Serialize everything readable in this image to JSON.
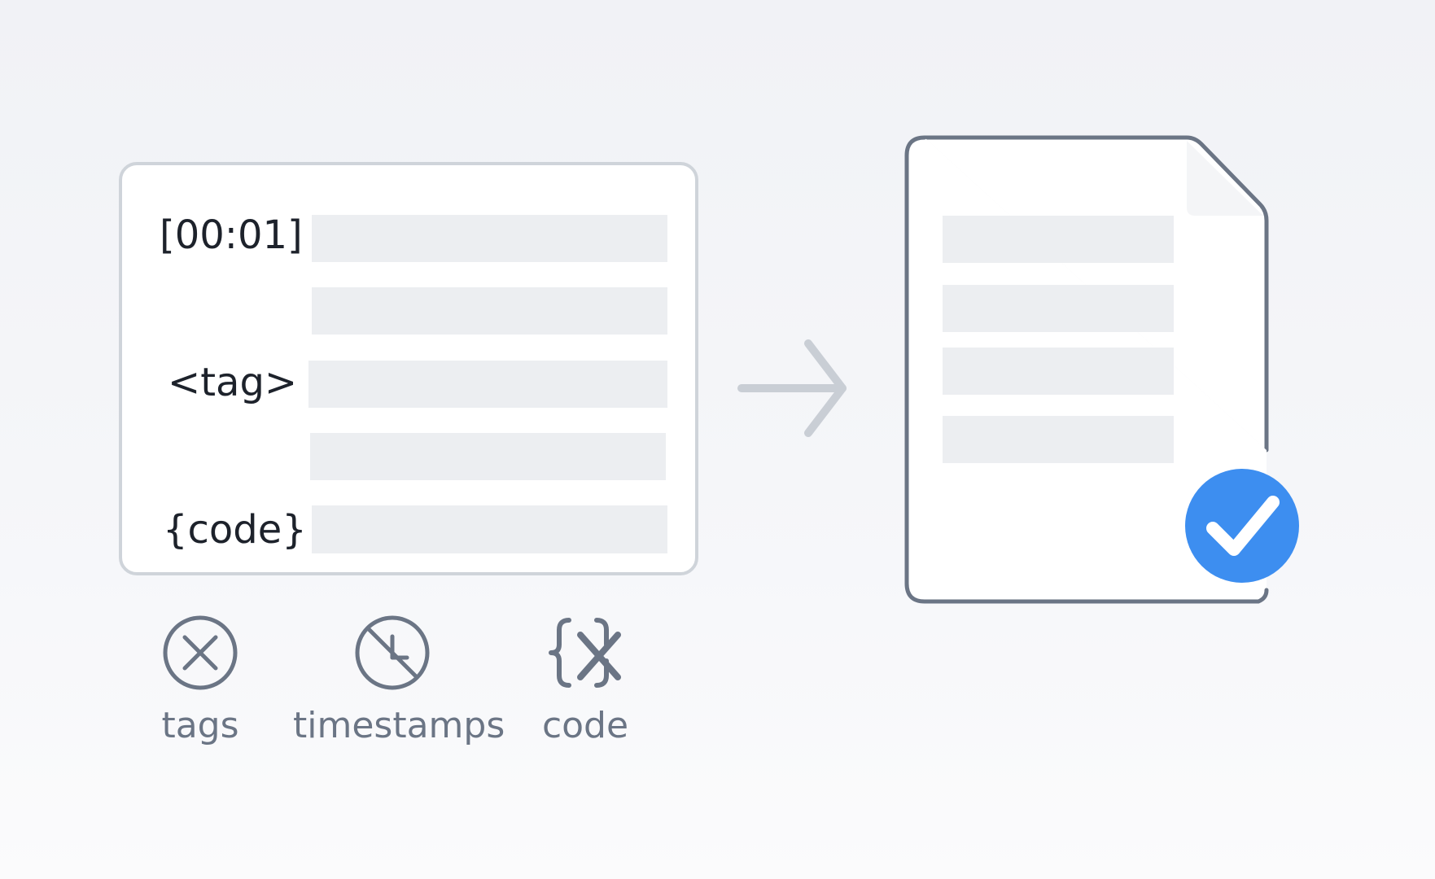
{
  "source": {
    "labels": {
      "timestamp": "[00:01]",
      "tag": "<tag>",
      "code": "{code}"
    }
  },
  "filters": [
    {
      "label": "tags"
    },
    {
      "label": "timestamps"
    },
    {
      "label": "code"
    }
  ],
  "colors": {
    "panel_border": "#cfd4da",
    "bar_fill": "#eceef1",
    "doc_outline": "#6b7585",
    "icon_stroke": "#6b7585",
    "check_badge": "#3d8ef0",
    "arrow": "#c9ced5"
  }
}
